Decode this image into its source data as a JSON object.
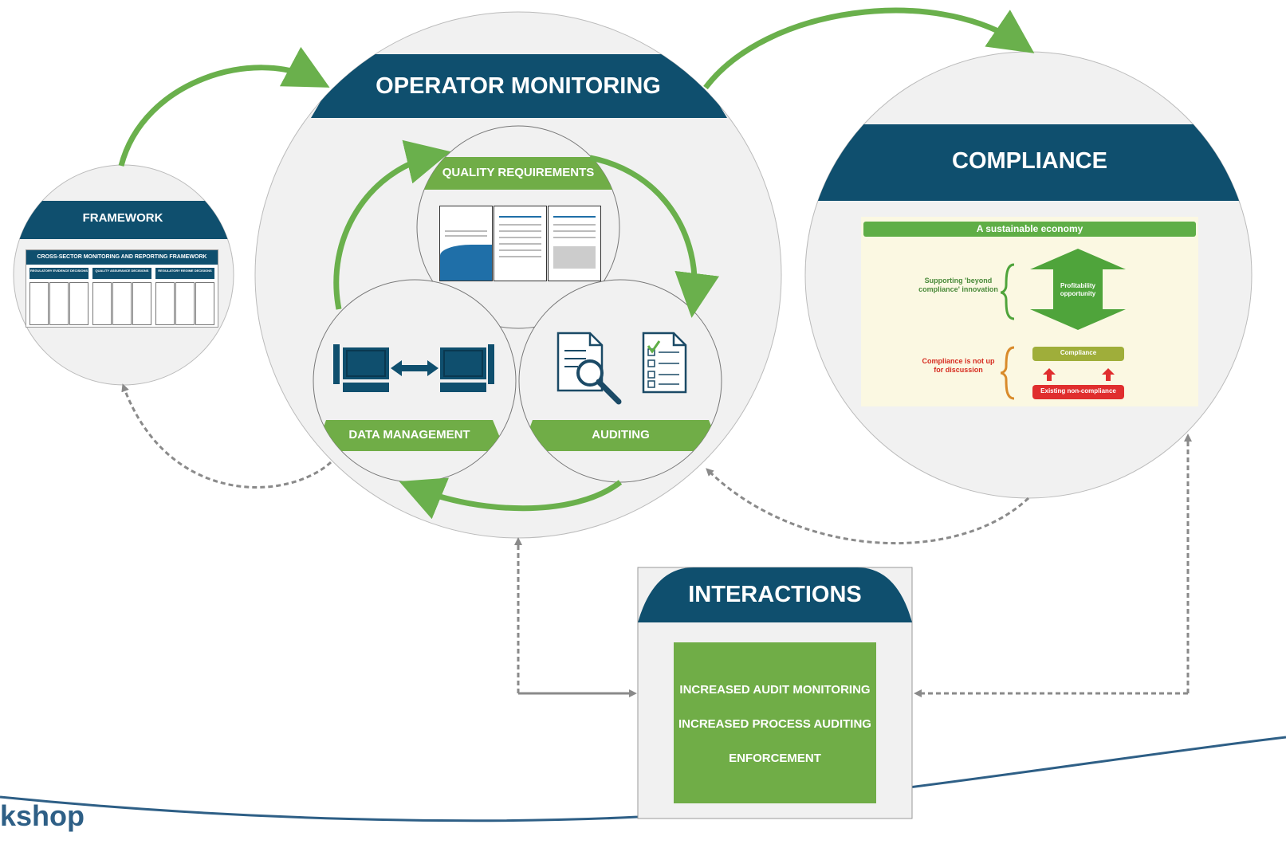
{
  "footer_text": "kshop",
  "framework": {
    "title": "FRAMEWORK",
    "table_title": "CROSS-SECTOR MONITORING AND REPORTING FRAMEWORK",
    "columns": [
      "REGULATORY EVIDENCE DECISIONS",
      "QUALITY ASSURANCE DECISIONS",
      "REGULATORY REGIME DECISIONS"
    ]
  },
  "operator_monitoring": {
    "title": "OPERATOR MONITORING",
    "quality_requirements": "QUALITY REQUIREMENTS",
    "data_management": "DATA MANAGEMENT",
    "auditing": "AUDITING"
  },
  "compliance": {
    "title": "COMPLIANCE",
    "inner_banner": "A sustainable economy",
    "supporting_text": "Supporting 'beyond compliance' innovation",
    "profitability_text": "Profitability opportunity",
    "compliance_side_text": "Compliance is not up for discussion",
    "compliance_bar": "Compliance",
    "non_compliance_bar": "Existing non-compliance"
  },
  "interactions": {
    "title": "INTERACTIONS",
    "items": [
      "INCREASED AUDIT MONITORING",
      "INCREASED PROCESS AUDITING",
      "ENFORCEMENT"
    ]
  },
  "colors": {
    "navy": "#0f4f6e",
    "green": "#70ad47",
    "arrow_green": "#6ab04c",
    "circle_fill": "#f1f1f1",
    "dashed_grey": "#8a8a8a"
  }
}
